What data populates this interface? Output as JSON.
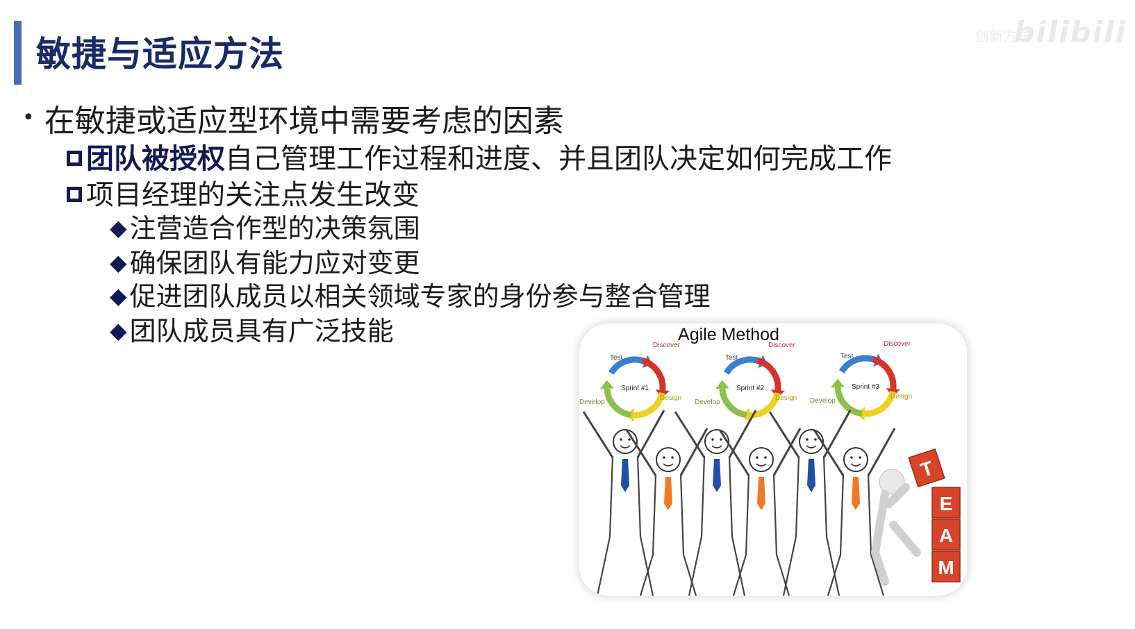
{
  "slide": {
    "title": "敏捷与适应方法",
    "watermark": "bilibili",
    "watermark_caption": "创新方法",
    "bullet": "在敏捷或适应型环境中需要考虑的因素",
    "items": [
      {
        "bold": "团队被授权",
        "text": "自己管理工作过程和进度、并且团队决定如何完成工作"
      },
      {
        "bold": "",
        "text": "项目经理的关注点发生改变"
      }
    ],
    "subitems": [
      "注营造合作型的决策氛围",
      "确保团队有能力应对变更",
      "促进团队成员以相关领域专家的身份参与整合管理",
      "团队成员具有广泛技能"
    ]
  },
  "figure": {
    "title": "Agile Method",
    "sprints": [
      "Sprint #1",
      "Sprint #2",
      "Sprint #3"
    ],
    "cycle_labels": {
      "test": "Test",
      "discover": "Discover",
      "design": "Design",
      "develop": "Develop"
    },
    "blocks": [
      "T",
      "E",
      "A",
      "M"
    ],
    "colors": {
      "test": "#3a7fd0",
      "discover": "#d8322a",
      "design": "#f0d020",
      "develop": "#8cc04a",
      "block": "#d8442a",
      "tie_blue": "#1f4fa8",
      "tie_orange": "#f07a22"
    }
  }
}
